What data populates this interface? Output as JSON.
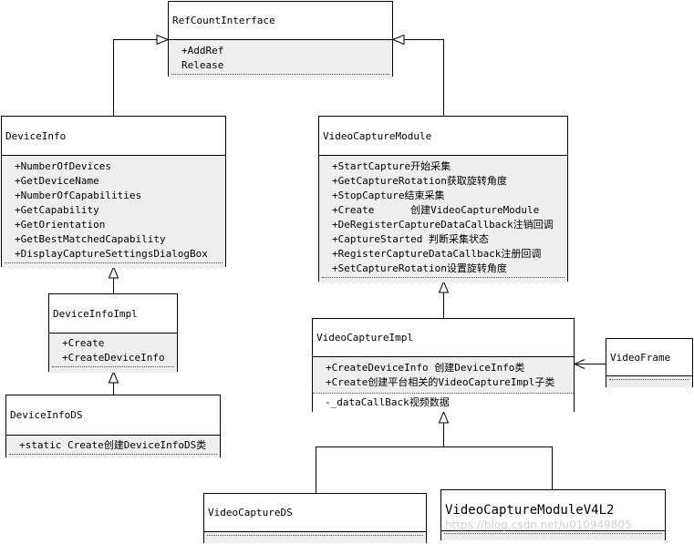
{
  "classes": {
    "refcount": {
      "name": "RefCountInterface",
      "methods": [
        "+AddRef",
        "Release"
      ]
    },
    "deviceinfo": {
      "name": "DeviceInfo",
      "methods": [
        "+NumberOfDevices",
        "+GetDeviceName",
        "+NumberOfCapabilities",
        "+GetCapability",
        "+GetOrientation",
        "+GetBestMatchedCapability",
        "+DisplayCaptureSettingsDialogBox"
      ]
    },
    "deviceinfoimpl": {
      "name": "DeviceInfoImpl",
      "methods": [
        "+Create",
        "+CreateDeviceInfo"
      ]
    },
    "deviceinfods": {
      "name": "DeviceInfoDS",
      "methods": [
        "+static Create创建DeviceInfoDS类"
      ]
    },
    "vcm": {
      "name": "VideoCaptureModule",
      "methods": [
        "+StartCapture开始采集",
        "+GetCaptureRotation获取旋转角度",
        "+StopCapture结束采集",
        "+Create      创建VideoCaptureModule",
        "+DeRegisterCaptureDataCallback注销回调",
        "+CaptureStarted 判断采集状态",
        "+RegisterCaptureDataCallback注册回调",
        "+SetCaptureRotation设置旋转角度"
      ]
    },
    "vcimpl": {
      "name": "VideoCaptureImpl",
      "methods": [
        "+CreateDeviceInfo 创建DeviceInfo类",
        "+Create创建平台相关的VideoCaptureImpl子类"
      ],
      "attributes": [
        "-_dataCallBack视频数据"
      ]
    },
    "videoframe": {
      "name": "VideoFrame"
    },
    "vcds": {
      "name": "VideoCaptureDS"
    },
    "v4l2": {
      "name": "VideoCaptureModuleV4L2"
    }
  },
  "watermark": "https://blog.csdn.net/u010949805"
}
